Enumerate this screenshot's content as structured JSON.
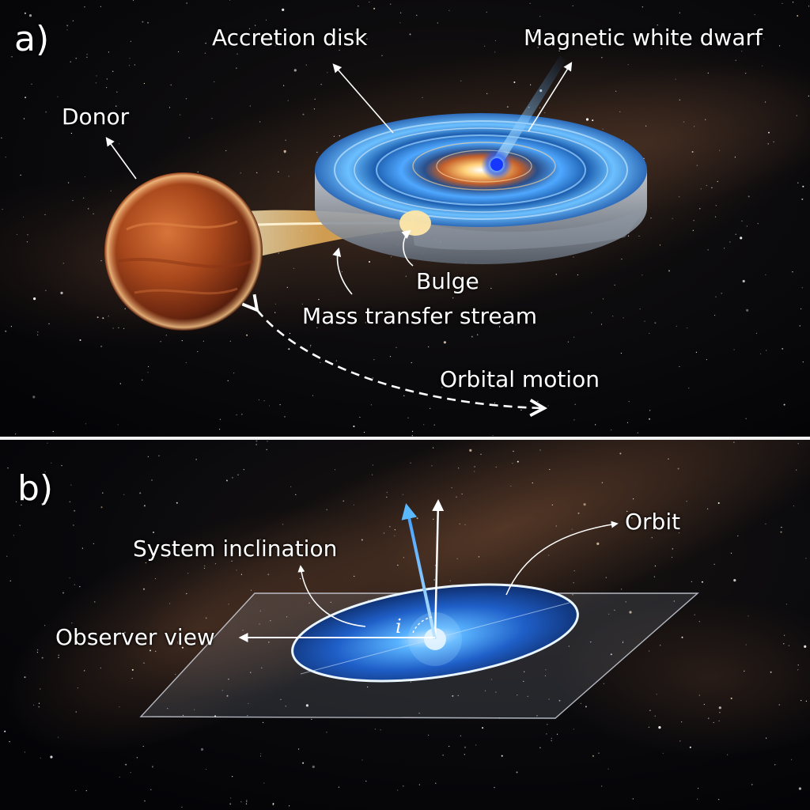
{
  "panel_a": {
    "letter": "a)",
    "labels": {
      "accretion_disk": "Accretion disk",
      "magnetic_white_dwarf": "Magnetic white dwarf",
      "donor": "Donor",
      "bulge": "Bulge",
      "mass_transfer_stream": "Mass transfer stream",
      "orbital_motion": "Orbital motion"
    }
  },
  "panel_b": {
    "letter": "b)",
    "labels": {
      "orbit": "Orbit",
      "system_inclination": "System inclination",
      "observer_view": "Observer view",
      "inclination_symbol": "i"
    }
  },
  "colors": {
    "background": "#05060a",
    "disk_blue": "#3aa0ff",
    "donor_orange": "#b8501f",
    "stream_glow": "#ffc060",
    "divider": "#f2f2f2",
    "label_text": "#ffffff"
  }
}
